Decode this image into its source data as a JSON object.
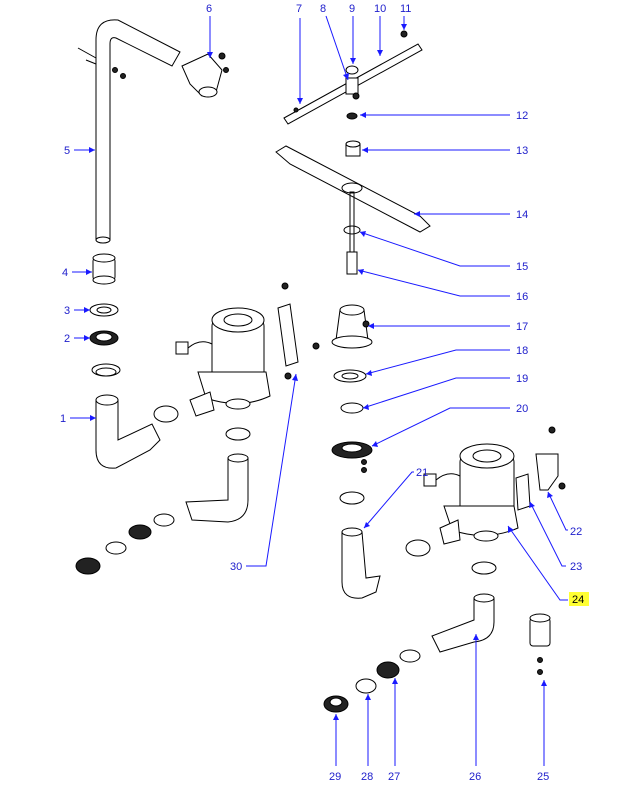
{
  "callouts": [
    {
      "id": "1",
      "label": "1"
    },
    {
      "id": "2",
      "label": "2"
    },
    {
      "id": "3",
      "label": "3"
    },
    {
      "id": "4",
      "label": "4"
    },
    {
      "id": "5",
      "label": "5"
    },
    {
      "id": "6",
      "label": "6"
    },
    {
      "id": "7",
      "label": "7"
    },
    {
      "id": "8",
      "label": "8"
    },
    {
      "id": "9",
      "label": "9"
    },
    {
      "id": "10",
      "label": "10"
    },
    {
      "id": "11",
      "label": "11"
    },
    {
      "id": "12",
      "label": "12"
    },
    {
      "id": "13",
      "label": "13"
    },
    {
      "id": "14",
      "label": "14"
    },
    {
      "id": "15",
      "label": "15"
    },
    {
      "id": "16",
      "label": "16"
    },
    {
      "id": "17",
      "label": "17"
    },
    {
      "id": "18",
      "label": "18"
    },
    {
      "id": "19",
      "label": "19"
    },
    {
      "id": "20",
      "label": "20"
    },
    {
      "id": "21",
      "label": "21"
    },
    {
      "id": "22",
      "label": "22"
    },
    {
      "id": "23",
      "label": "23"
    },
    {
      "id": "24",
      "label": "24",
      "highlighted": true
    },
    {
      "id": "25",
      "label": "25"
    },
    {
      "id": "26",
      "label": "26"
    },
    {
      "id": "27",
      "label": "27"
    },
    {
      "id": "28",
      "label": "28"
    },
    {
      "id": "29",
      "label": "29"
    },
    {
      "id": "30",
      "label": "30"
    }
  ],
  "colors": {
    "leader": "#1a1aff",
    "label": "#2020cc",
    "highlight": "#ffff33"
  }
}
